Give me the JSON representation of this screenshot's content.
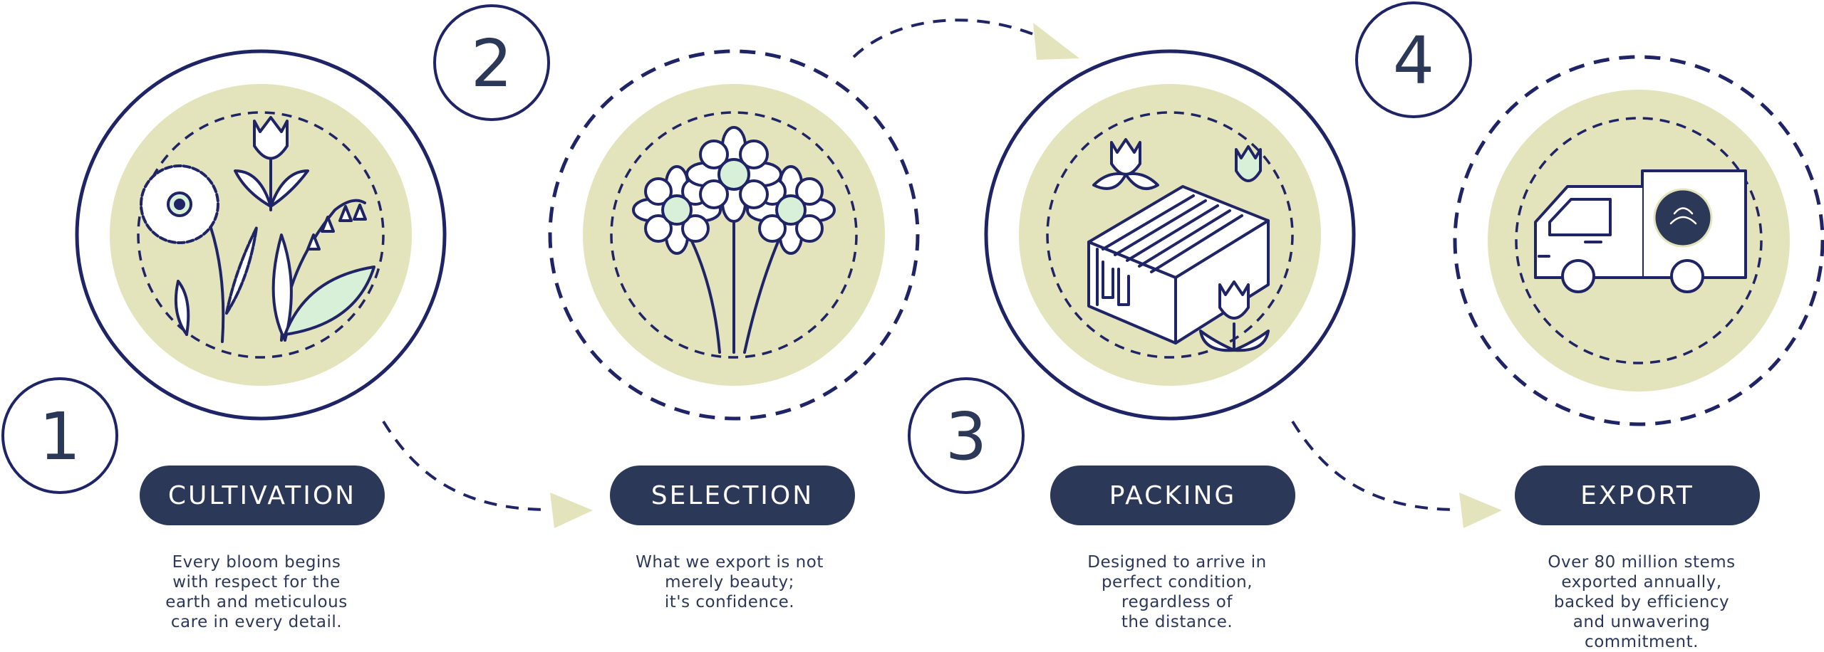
{
  "colors": {
    "navy": "#2c3858",
    "line": "#1f2466",
    "disc": "#e3e3bc",
    "accent": "#d8f0d8",
    "arrow": "#e3e3bc",
    "text_on_pill": "#ffffff"
  },
  "steps": [
    {
      "number": "1",
      "title": "CULTIVATION",
      "icon": "wildflowers-icon",
      "description": [
        "Every bloom begins",
        "with respect for the",
        "earth and meticulous",
        "care in every detail."
      ]
    },
    {
      "number": "2",
      "title": "SELECTION",
      "icon": "daisy-bouquet-icon",
      "description": [
        "What we export is not",
        "merely beauty;",
        "it's confidence."
      ]
    },
    {
      "number": "3",
      "title": "PACKING",
      "icon": "flower-box-icon",
      "description": [
        "Designed to arrive in",
        "perfect condition,",
        "regardless of",
        "the distance."
      ]
    },
    {
      "number": "4",
      "title": "EXPORT",
      "icon": "delivery-truck-icon",
      "description": [
        "Over 80 million stems",
        "exported annually,",
        "backed by efficiency",
        "and unwavering",
        "commitment."
      ]
    }
  ]
}
